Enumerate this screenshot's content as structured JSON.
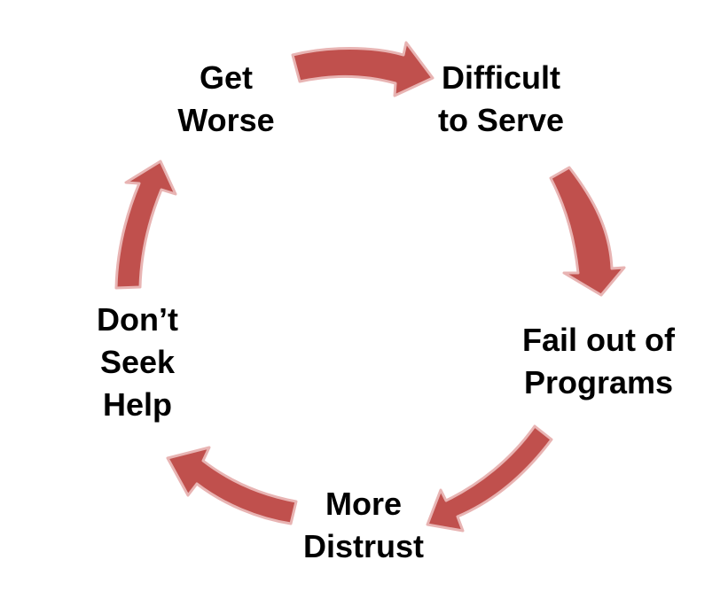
{
  "diagram": {
    "type": "cycle",
    "arrow_color": "#c0504d",
    "arrow_edge_color": "#e8b4b3",
    "nodes": [
      {
        "lines": [
          "Get",
          "Worse"
        ]
      },
      {
        "lines": [
          "Difficult",
          "to Serve"
        ]
      },
      {
        "lines": [
          "Fail out of",
          "Programs"
        ]
      },
      {
        "lines": [
          "More",
          "Distrust"
        ]
      },
      {
        "lines": [
          "Don’t",
          "Seek",
          "Help"
        ]
      }
    ],
    "edges": [
      {
        "from": "Get Worse",
        "to": "Difficult to Serve"
      },
      {
        "from": "Difficult to Serve",
        "to": "Fail out of Programs"
      },
      {
        "from": "Fail out of Programs",
        "to": "More Distrust"
      },
      {
        "from": "More Distrust",
        "to": "Don’t Seek Help"
      },
      {
        "from": "Don’t Seek Help",
        "to": "Get Worse"
      }
    ]
  }
}
